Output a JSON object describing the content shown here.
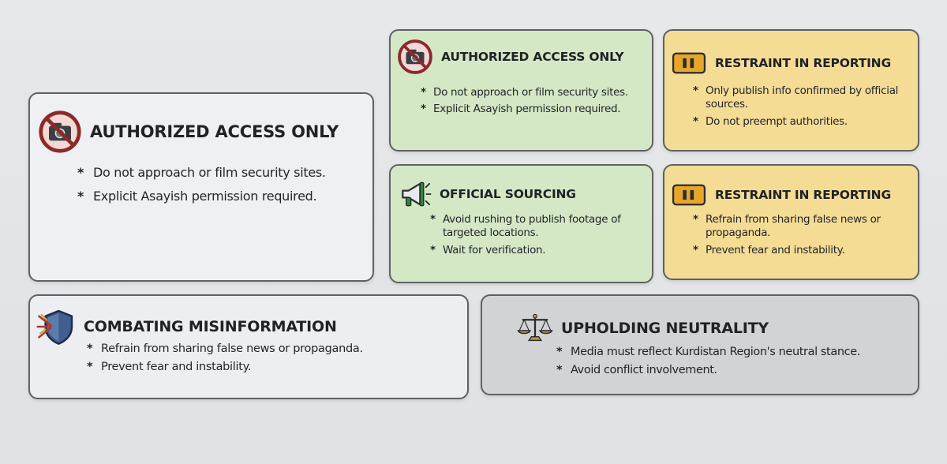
{
  "cards": [
    {
      "id": "authorized-access-large",
      "icon": "no-camera-icon",
      "title": "AUTHORIZED ACCESS ONLY",
      "bullets": [
        "Do not approach or film security sites.",
        "Explicit Asayish permission required."
      ]
    },
    {
      "id": "authorized-access-small",
      "icon": "no-camera-icon",
      "title": "AUTHORIZED ACCESS ONLY",
      "bullets": [
        "Do not approach or film security sites.",
        "Explicit Asayish permission required."
      ]
    },
    {
      "id": "official-sourcing",
      "icon": "megaphone-icon",
      "title": "OFFICIAL SOURCING",
      "bullets": [
        "Avoid rushing to publish footage of targeted locations.",
        "Wait for verification."
      ]
    },
    {
      "id": "restraint-reporting-1",
      "icon": "pause-camera-icon",
      "title": "RESTRAINT IN REPORTING",
      "bullets": [
        "Only publish info confirmed by official sources.",
        "Do not preempt authorities."
      ]
    },
    {
      "id": "restraint-reporting-2",
      "icon": "pause-camera-icon",
      "title": "RESTRAINT IN REPORTING",
      "bullets": [
        "Refrain from sharing false news or propaganda.",
        "Prevent fear and instability."
      ]
    },
    {
      "id": "combating-misinformation",
      "icon": "shield-icon",
      "title": "COMBATING MISINFORMATION",
      "bullets": [
        "Refrain from sharing false news or propaganda.",
        "Prevent fear and instability."
      ]
    },
    {
      "id": "upholding-neutrality",
      "icon": "scales-icon",
      "title": "UPHOLDING NEUTRALITY",
      "bullets": [
        "Media must reflect Kurdistan Region's neutral stance.",
        "Avoid conflict involvement."
      ]
    }
  ],
  "bullet_glyph": "*",
  "colors": {
    "green_card": "#d4e8c6",
    "yellow_card": "#f5dc95",
    "gray_card": "#d2d3d5",
    "light_card": "#eef0f4",
    "prohibit_red": "#8b2a2a"
  }
}
